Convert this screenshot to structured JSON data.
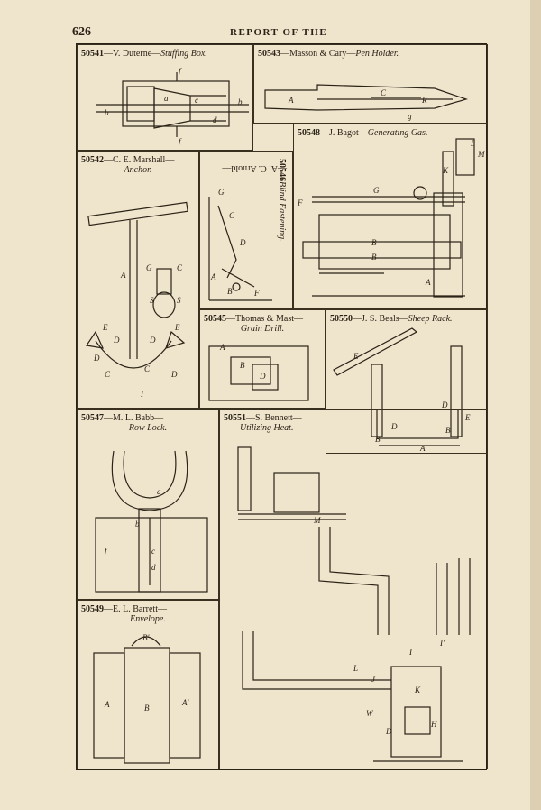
{
  "page": {
    "number": "626",
    "running_head": "REPORT OF THE"
  },
  "figures": {
    "f50541": {
      "number": "50541",
      "inventor": "—V. Duterne—",
      "title": "Stuffing Box.",
      "labels": [
        "f",
        "a",
        "c",
        "d",
        "b",
        "f",
        "b"
      ]
    },
    "f50543": {
      "number": "50543",
      "inventor": "—Masson & Cary—",
      "title": "Pen Holder.",
      "labels": [
        "A",
        "C",
        "R",
        "g"
      ]
    },
    "f50548": {
      "number": "50548",
      "inventor": "—J. Bagot—",
      "title": "Generating Gas.",
      "labels": [
        "L",
        "M",
        "K",
        "F",
        "G",
        "B",
        "B",
        "A"
      ]
    },
    "f50542": {
      "number": "50542",
      "inventor": "—C. E. Marshall—",
      "title": "Anchor.",
      "labels": [
        "A",
        "G",
        "C",
        "S",
        "S",
        "E",
        "E",
        "D",
        "D",
        "D",
        "C",
        "C",
        "D",
        "I"
      ]
    },
    "f50546": {
      "number": "50546",
      "inventor": "—A. C. Arnold—",
      "title": "Blind Fastening.",
      "labels": [
        "G",
        "C",
        "D",
        "A",
        "B",
        "F"
      ]
    },
    "f50545": {
      "number": "50545",
      "inventor": "—Thomas & Mast—",
      "title": "Grain Drill.",
      "labels": [
        "A",
        "B",
        "D"
      ]
    },
    "f50550": {
      "number": "50550",
      "inventor": "—J. S. Beals—",
      "title": "Sheep Rack.",
      "labels": [
        "E",
        "D",
        "E",
        "D",
        "B",
        "B",
        "A"
      ]
    },
    "f50547": {
      "number": "50547",
      "inventor": "—M. L. Babb—",
      "title": "Row Lock.",
      "labels": [
        "a",
        "b",
        "f",
        "c",
        "d"
      ]
    },
    "f50551": {
      "number": "50551",
      "inventor": "—S. Bennett—",
      "title": "Utilizing Heat.",
      "labels": [
        "M",
        "I",
        "I'",
        "L",
        "J",
        "K",
        "W",
        "D",
        "H"
      ]
    },
    "f50549": {
      "number": "50549",
      "inventor": "—E. L. Barrett—",
      "title": "Envelope.",
      "labels": [
        "B'",
        "A",
        "B",
        "A'"
      ]
    }
  },
  "colors": {
    "ink": "#2a2216",
    "paper": "#efe4cc"
  }
}
